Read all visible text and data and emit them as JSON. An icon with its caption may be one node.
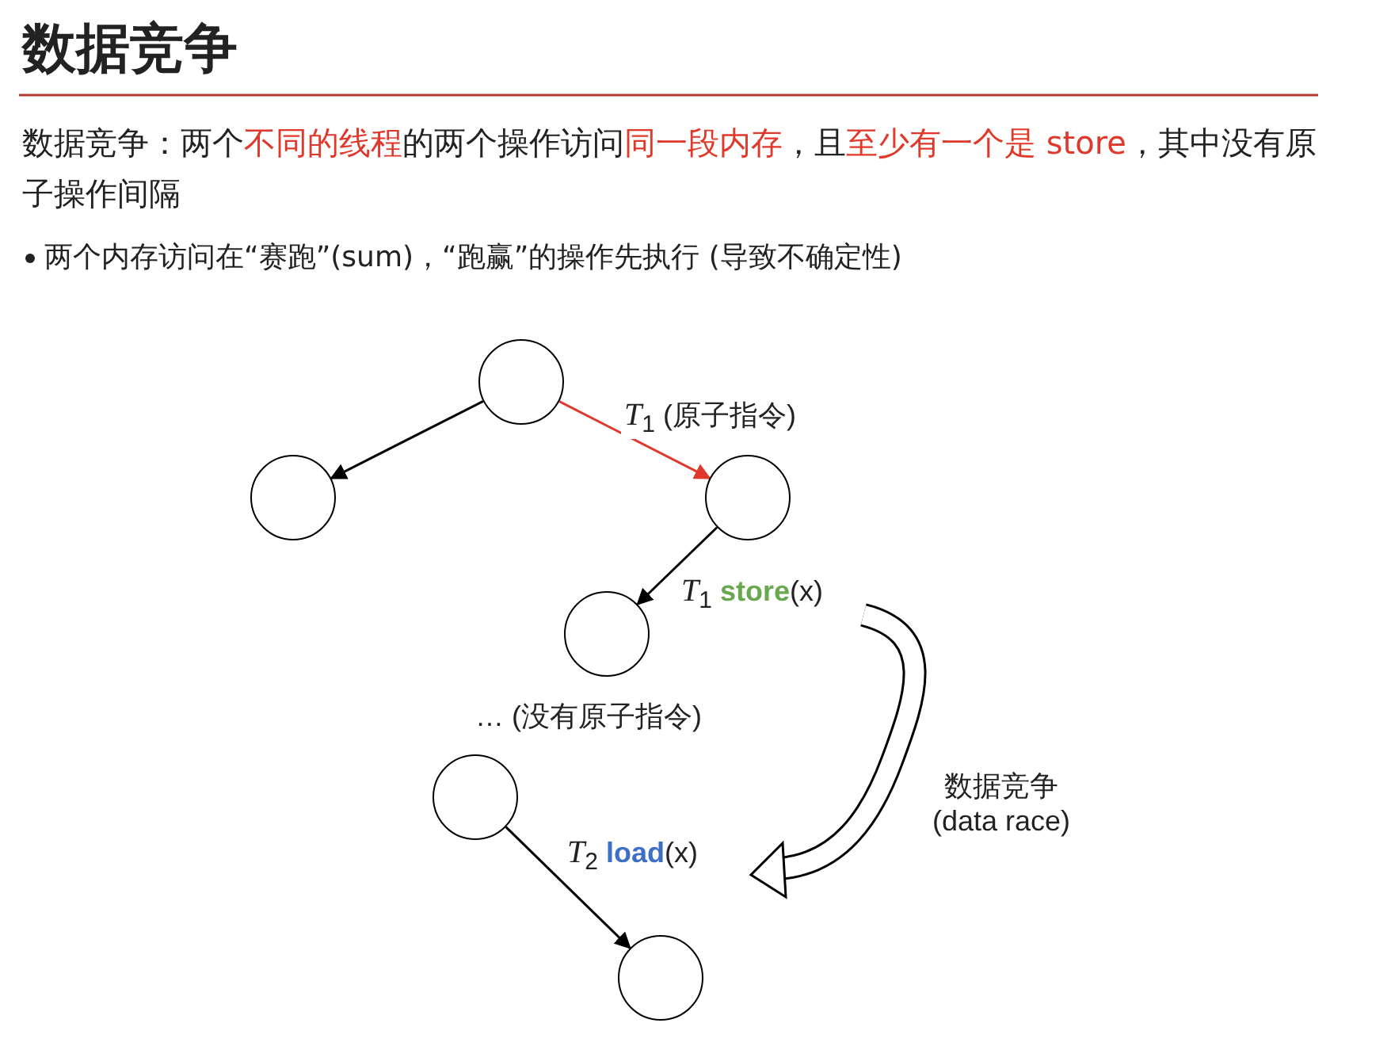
{
  "diagram": {
    "title": "数据竞争",
    "nodes": [
      {
        "text": [],
        "shape": "circle"
      },
      {
        "text": [],
        "shape": "circle"
      },
      {
        "text": [],
        "shape": "circle"
      },
      {
        "text": [],
        "shape": "circle"
      },
      {
        "text": [],
        "shape": "circle"
      },
      {
        "text": [],
        "shape": "circle"
      }
    ],
    "edges": [
      {
        "from": 0,
        "to": 1,
        "arrow": "to"
      },
      {
        "from": 0,
        "to": 2,
        "arrow": "to",
        "color": "#e0392b",
        "label": "*T*$_{1}$ (原子指令)"
      },
      {
        "from": 2,
        "to": 3,
        "arrow": "to",
        "label": "*T*$_{1}$ **store**(x)"
      },
      {
        "from": 4,
        "to": 5,
        "arrow": "to",
        "label": "*T*$_{2}$ **load**(x)"
      }
    ],
    "labels": [
      "数据竞争：两个**不同的线程**的两个操作访问**同一段内存**，且**至少有一个是 store**，其中没有原子操作间隔",
      "两个内存访问在“赛跑”(sum)，“跑赢”的操作先执行 (导致不确定性)",
      "… (没有原子指令)",
      "数据竞争 (data race)"
    ]
  }
}
